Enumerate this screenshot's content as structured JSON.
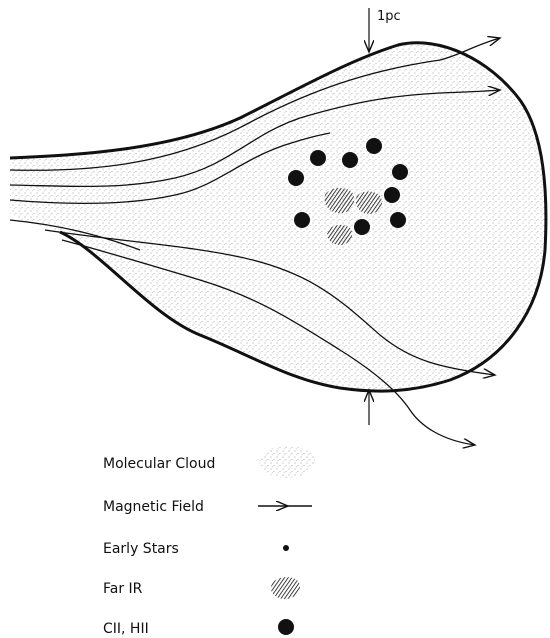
{
  "diagram": {
    "scale_label": "1pc",
    "colors": {
      "ink": "#111111",
      "cloud_stipple": "#8a8a8a",
      "background": "#ffffff"
    },
    "elements": {
      "cloud": "stippled molecular cloud, cometary shape, head to the right",
      "field_lines": 6,
      "cII_hII_dots": 9,
      "far_ir_patches": 3
    }
  },
  "legend": {
    "items": [
      {
        "label": "Molecular Cloud",
        "symbol": "stipple-swatch"
      },
      {
        "label": "Magnetic Field",
        "symbol": "arrow-line"
      },
      {
        "label": "Early Stars",
        "symbol": "small-dot"
      },
      {
        "label": "Far IR",
        "symbol": "hatched-blob"
      },
      {
        "label": "CII, HII",
        "symbol": "large-dot"
      }
    ]
  }
}
